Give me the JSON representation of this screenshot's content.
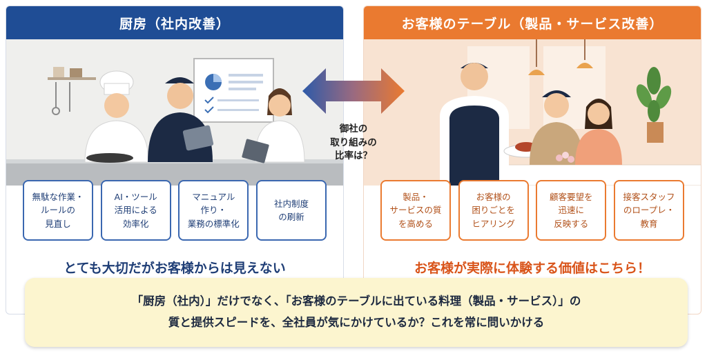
{
  "left_panel": {
    "title": "厨房（社内改善）",
    "cards": [
      "無駄な作業・\nルールの\n見直し",
      "AI・ツール\n活用による\n効率化",
      "マニュアル\n作り・\n業務の標準化",
      "社内制度\nの刷新"
    ],
    "bottom_text": "とても大切だがお客様からは見えない",
    "color": "#1f4d95"
  },
  "right_panel": {
    "title": "お客様のテーブル（製品・サービス改善）",
    "cards": [
      "製品・\nサービスの質\nを高める",
      "お客様の\n困りごとを\nヒアリング",
      "顧客要望を\n迅速に\n反映する",
      "接客スタッフ\nのロープレ・\n教育"
    ],
    "bottom_text": "お客様が実際に体験する価値はこちら！",
    "color": "#ea7a30"
  },
  "center_question": "御社の\n取り組みの\n比率は？",
  "banner": {
    "line1": "「厨房（社内）」だけでなく、「お客様のテーブルに出ている料理（製品・サービス）」の",
    "line2": "質と提供スピードを、全社員が気にかけているか？これを常に問いかける"
  }
}
